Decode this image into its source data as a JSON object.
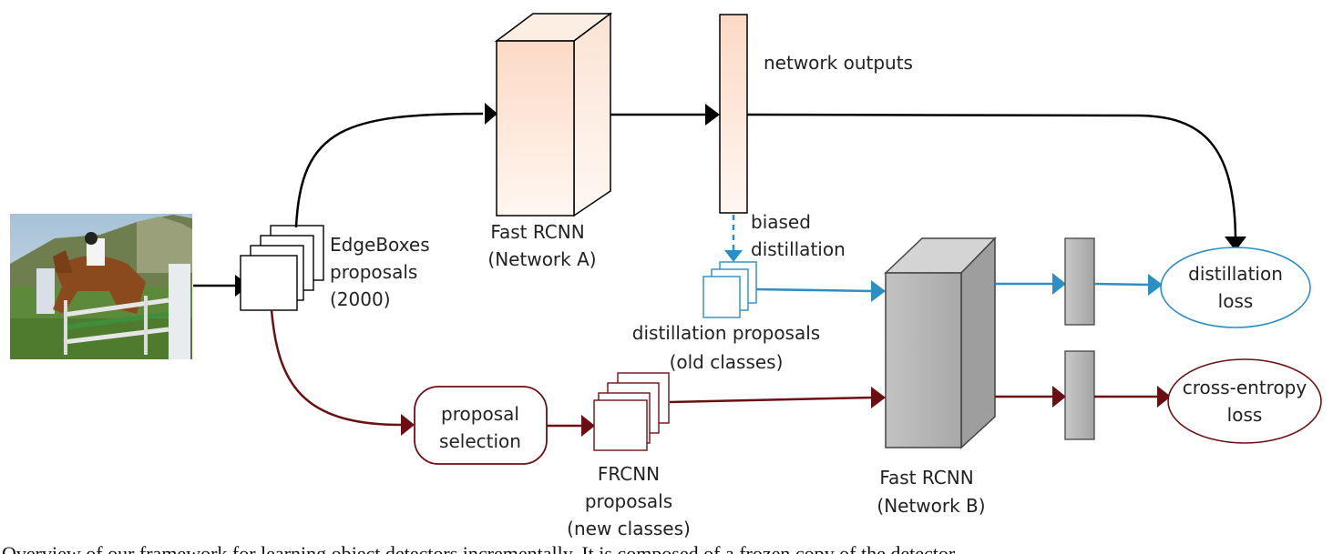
{
  "labels": {
    "edgeboxes": [
      "EdgeBoxes",
      "proposals",
      "(2000)"
    ],
    "network_a": [
      "Fast RCNN",
      "(Network A)"
    ],
    "network_outputs": "network outputs",
    "biased_distillation": [
      "biased",
      "distillation"
    ],
    "distillation_proposals": [
      "distillation proposals",
      "(old classes)"
    ],
    "network_b": [
      "Fast RCNN",
      "(Network B)"
    ],
    "distillation_loss": [
      "distillation",
      "loss"
    ],
    "cross_entropy_loss": [
      "cross-entropy",
      "loss"
    ],
    "proposal_selection": [
      "proposal",
      "selection"
    ],
    "frcnn_proposals": [
      "FRCNN",
      "proposals",
      "(new classes)"
    ]
  },
  "caption_partial": "Overview of our framework for learning object detectors incrementally. It is composed of a frozen copy of the detector",
  "colors": {
    "black_path": "#000000",
    "blue_path": "#2b8fc4",
    "red_path": "#6b0f12",
    "network_a_fill_top": "#fde6d8",
    "network_a_fill_bottom": "#fff6ef",
    "network_b_fill": "#b8b8b8",
    "loss_blue_border": "#2b8fc4",
    "loss_red_border": "#6b0f12"
  },
  "icons": {
    "input_image": "horse-rider-jumping-photo"
  }
}
